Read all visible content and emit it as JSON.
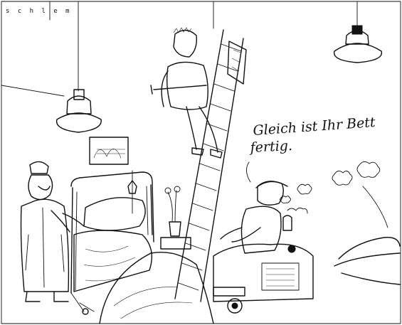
{
  "signature": "s c h l e m",
  "speech": {
    "line1": "Gleich ist Ihr Bett",
    "line2": "fertig."
  }
}
